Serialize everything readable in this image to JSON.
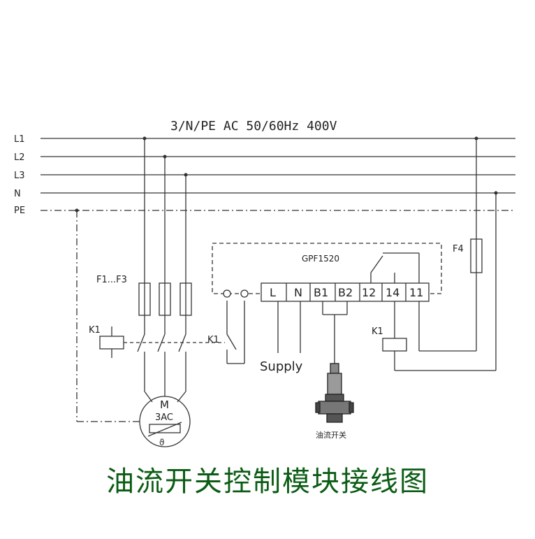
{
  "supply_label": "3/N/PE AC 50/60Hz 400V",
  "lines": [
    {
      "label": "L1"
    },
    {
      "label": "L2"
    },
    {
      "label": "L3"
    },
    {
      "label": "N"
    },
    {
      "label": "PE"
    }
  ],
  "module": {
    "name": "GPF1520",
    "terminals": [
      "L",
      "N",
      "B1",
      "B2",
      "12",
      "14",
      "11"
    ]
  },
  "fuses": {
    "main_label": "F1...F3",
    "control_label": "F4"
  },
  "contactor": {
    "coil_label": "K1",
    "aux_label": "K1",
    "relay_label": "K1"
  },
  "motor": {
    "letter": "M",
    "type": "3AC",
    "thermal": "ϑ"
  },
  "supply_text": "Supply",
  "sensor_label": "油流开关",
  "caption": {
    "text": "油流开关控制模块接线图",
    "color": "#0b5c14"
  }
}
